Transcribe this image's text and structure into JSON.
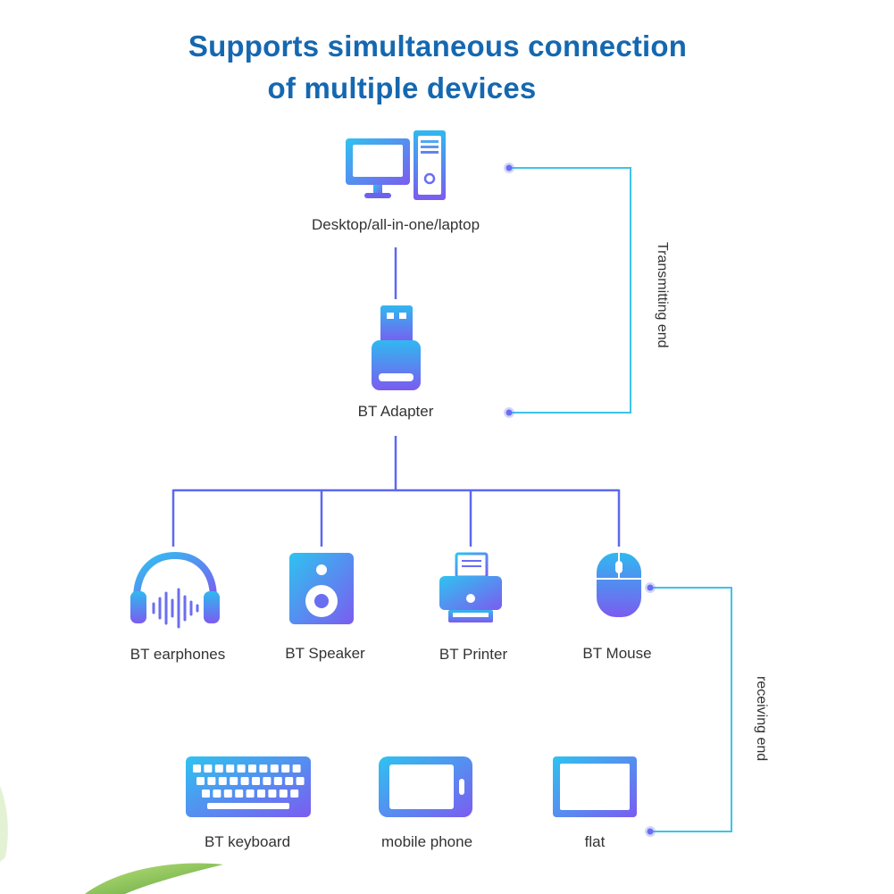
{
  "title": {
    "line1": "Supports simultaneous connection",
    "line2": "of multiple devices"
  },
  "nodes": {
    "computer": {
      "label": "Desktop/all-in-one/laptop",
      "icon": "desktop-computer-icon"
    },
    "adapter": {
      "label": "BT Adapter",
      "icon": "usb-adapter-icon"
    },
    "earphones": {
      "label": "BT earphones",
      "icon": "headphones-icon"
    },
    "speaker": {
      "label": "BT Speaker",
      "icon": "speaker-icon"
    },
    "printer": {
      "label": "BT Printer",
      "icon": "printer-icon"
    },
    "mouse": {
      "label": "BT Mouse",
      "icon": "mouse-icon"
    },
    "keyboard": {
      "label": "BT keyboard",
      "icon": "keyboard-icon"
    },
    "phone": {
      "label": "mobile phone",
      "icon": "mobile-phone-icon"
    },
    "tablet": {
      "label": "flat",
      "icon": "tablet-icon"
    }
  },
  "brackets": {
    "transmitting": "Transmitting end",
    "receiving": "receiving end"
  },
  "colors": {
    "title": "#1568b0",
    "gradient_start": "#2ec3f0",
    "gradient_end": "#7b5cf0",
    "bracket_line": "#3cc4e8",
    "leaf_green": "#7cc243"
  }
}
